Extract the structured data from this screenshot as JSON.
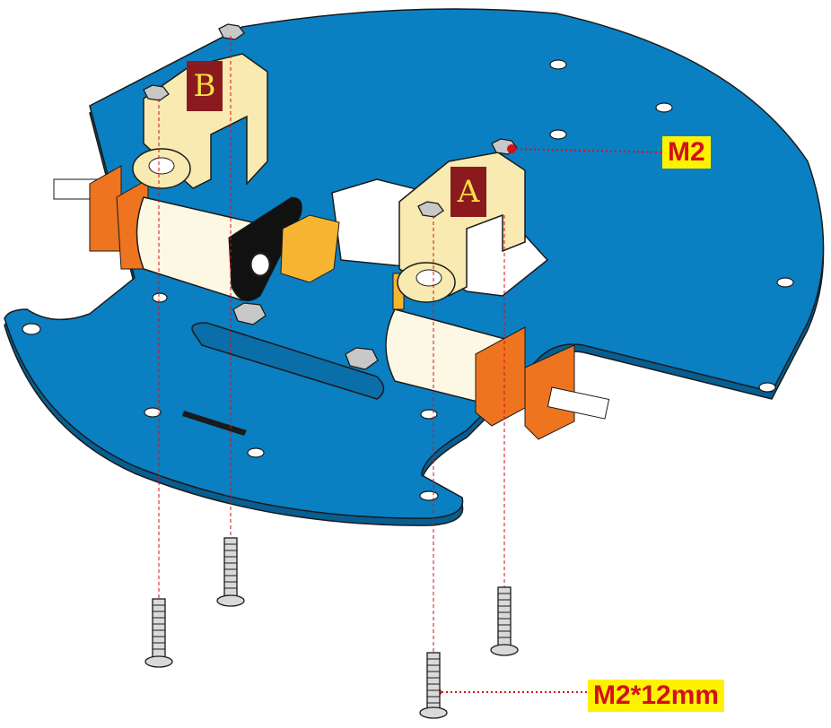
{
  "labels": {
    "bracket_a": "A",
    "bracket_b": "B",
    "nut_callout": "M2",
    "screw_callout": "M2*12mm"
  },
  "colors": {
    "plate": "#0a80c2",
    "plate_edge": "#075e91",
    "bracket": "#f8eab0",
    "motor_body": "#fdf8e4",
    "motor_gearbox": "#f6b531",
    "tire_plate": "#ee7420",
    "label_bg": "#8b1a1f",
    "label_text": "#f5e04a",
    "callout_bg": "#fff200",
    "callout_text": "#d0121b",
    "guide_line": "#d0121b"
  }
}
